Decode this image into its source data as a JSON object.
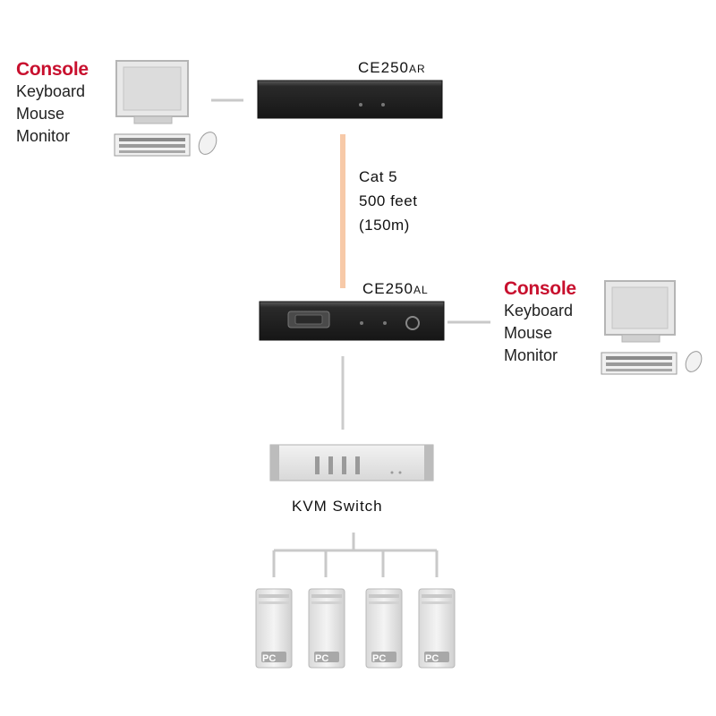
{
  "top_console": {
    "title": "Console",
    "lines": [
      "Keyboard",
      "Mouse",
      "Monitor"
    ]
  },
  "remote_unit": {
    "model": "CE250",
    "suffix": "AR"
  },
  "cable": {
    "lines": [
      "Cat 5",
      "500 feet",
      "(150m)"
    ],
    "color": "#f7c9a8"
  },
  "local_unit": {
    "model": "CE250",
    "suffix": "AL"
  },
  "local_console": {
    "title": "Console",
    "lines": [
      "Keyboard",
      "Mouse",
      "Monitor"
    ]
  },
  "kvm": {
    "label": "KVM Switch"
  },
  "pcs": [
    {
      "label": "PC"
    },
    {
      "label": "PC"
    },
    {
      "label": "PC"
    },
    {
      "label": "PC"
    }
  ],
  "colors": {
    "accent": "#c8102e",
    "line": "#c9c9c9"
  }
}
